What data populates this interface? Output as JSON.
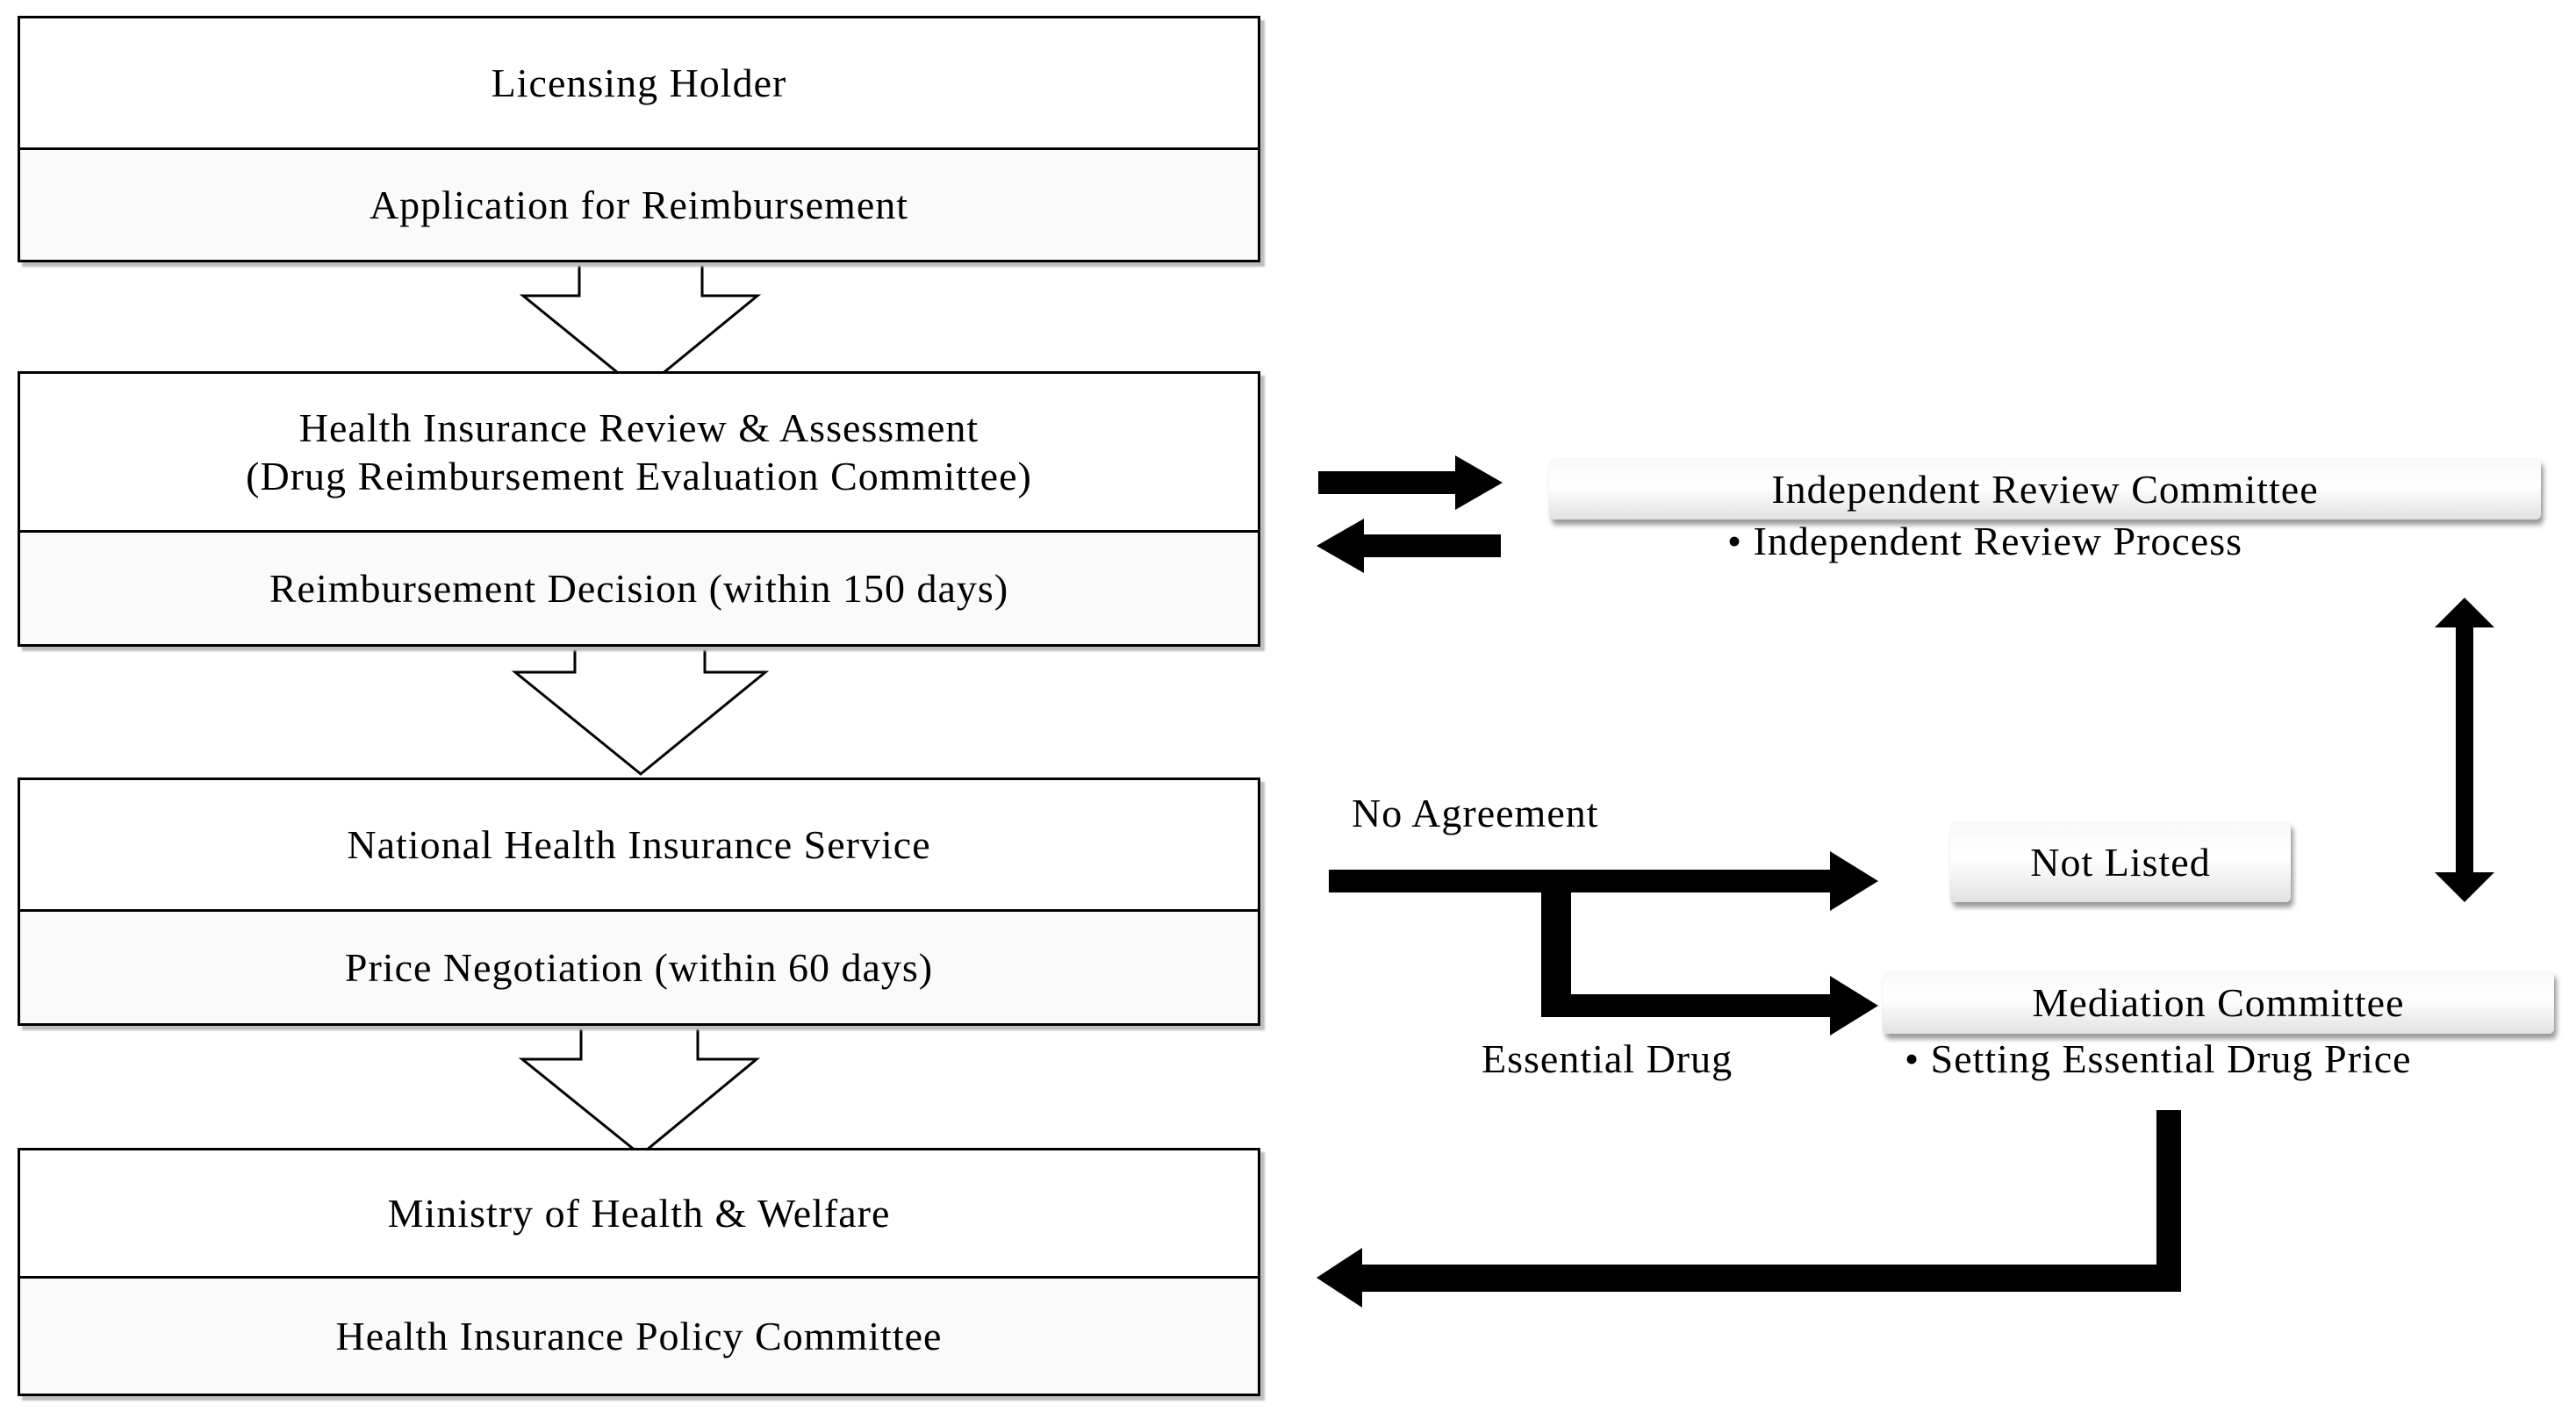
{
  "main_flow": {
    "licensing": {
      "title": "Licensing Holder",
      "subtitle": "Application for Reimbursement"
    },
    "review": {
      "title_line1": "Health Insurance Review & Assessment",
      "title_line2": "(Drug Reimbursement Evaluation Committee)",
      "subtitle": "Reimbursement Decision (within 150 days)"
    },
    "nhis": {
      "title": "National Health Insurance Service",
      "subtitle": "Price Negotiation (within 60 days)"
    },
    "ministry": {
      "title": "Ministry of Health & Welfare",
      "subtitle": "Health Insurance Policy Committee"
    }
  },
  "side": {
    "independent_review": {
      "title": "Independent Review Committee",
      "bullet": "• Independent Review Process"
    },
    "not_listed": {
      "title": "Not Listed"
    },
    "mediation": {
      "title": "Mediation Committee",
      "bullet": "• Setting Essential Drug Price"
    }
  },
  "edge_labels": {
    "no_agreement": "No Agreement",
    "essential_drug": "Essential Drug"
  }
}
